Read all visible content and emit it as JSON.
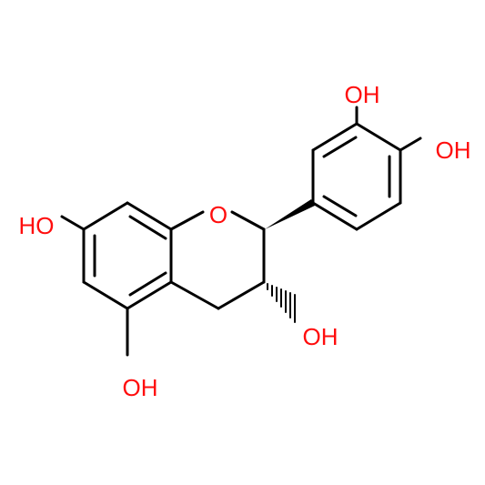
{
  "molecule": {
    "colors": {
      "bond": "#000000",
      "oxygen": "#ff0d0d",
      "background": "#ffffff"
    },
    "labels": {
      "ring_oxygen": "O",
      "oh_3prime": "OH",
      "oh_4prime": "OH",
      "oh_7": "HO",
      "oh_3": "OH",
      "oh_5": "OH"
    }
  }
}
